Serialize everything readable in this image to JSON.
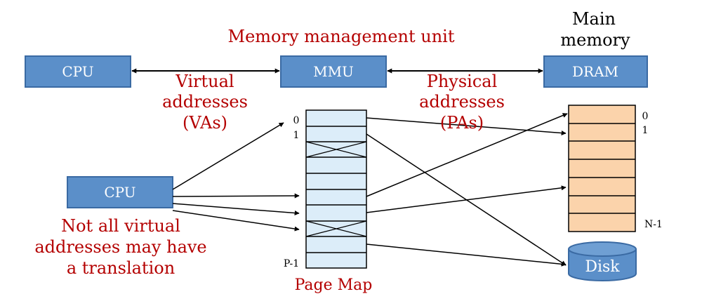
{
  "colors": {
    "box_fill": "#5b8fc9",
    "box_stroke": "#3a6aa3",
    "box_text": "#ffffff",
    "label_red": "#b40000",
    "page_map_fill": "#dcedf9",
    "memory_fill": "#fbd3ab",
    "disk_fill": "#5b8fc9"
  },
  "top": {
    "cpu_label": "CPU",
    "mmu_label": "MMU",
    "mmu_caption": "Memory management unit",
    "dram_label": "DRAM",
    "main_memory_caption_line1": "Main",
    "main_memory_caption_line2": "memory",
    "va_caption_line1": "Virtual",
    "va_caption_line2": "addresses",
    "va_caption_line3": "(VAs)",
    "pa_caption_line1": "Physical",
    "pa_caption_line2": "addresses",
    "pa_caption_line3": "(PAs)"
  },
  "bottom": {
    "cpu_label": "CPU",
    "note_line1": "Not all virtual",
    "note_line2": "addresses may have",
    "note_line3": "a translation",
    "page_map_caption": "Page Map",
    "page_map_index_0": "0",
    "page_map_index_1": "1",
    "page_map_index_last": "P-1",
    "memory_index_0": "0",
    "memory_index_1": "1",
    "memory_index_last": "N-1",
    "disk_label": "Disk"
  }
}
